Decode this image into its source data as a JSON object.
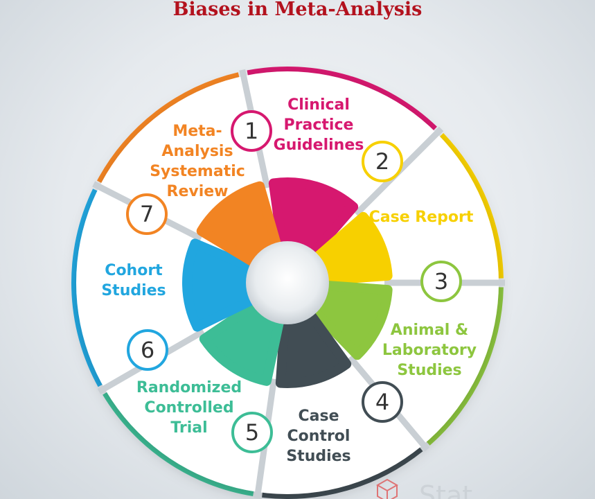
{
  "title": "Biases in Meta-Analysis",
  "watermark": "Stat",
  "colors": {
    "magenta": "#d6186f",
    "yellow": "#f7d000",
    "green": "#8dc63f",
    "slate": "#414d54",
    "teal": "#3dbd96",
    "blue": "#21a6df",
    "orange": "#f28423",
    "title": "#b3121e"
  },
  "segments": [
    {
      "number": "1",
      "lines": [
        "Clinical",
        "Practice",
        "Guidelines"
      ],
      "color": "#d6186f"
    },
    {
      "number": "2",
      "lines": [
        "Case Report"
      ],
      "color": "#f7d000"
    },
    {
      "number": "3",
      "lines": [
        "Animal &",
        "Laboratory",
        "Studies"
      ],
      "color": "#8dc63f"
    },
    {
      "number": "4",
      "lines": [
        "Case",
        "Control",
        "Studies"
      ],
      "color": "#414d54"
    },
    {
      "number": "5",
      "lines": [
        "Randomized",
        "Controlled",
        "Trial"
      ],
      "color": "#3dbd96"
    },
    {
      "number": "6",
      "lines": [
        "Cohort",
        "Studies"
      ],
      "color": "#21a6df"
    },
    {
      "number": "7",
      "lines": [
        "Meta-",
        "Analysis",
        "Systematic",
        "Review"
      ],
      "color": "#f28423"
    }
  ]
}
